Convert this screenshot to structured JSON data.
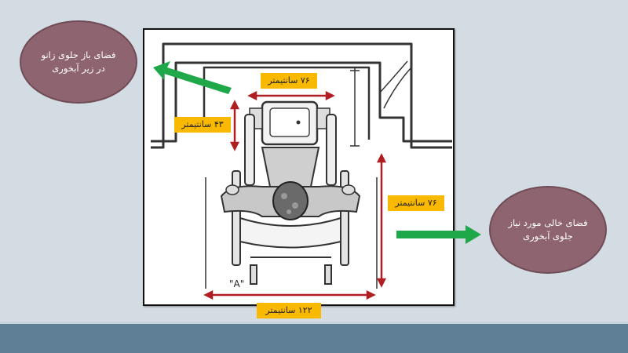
{
  "bubbles": {
    "knee_space": "فضای باز جلوی زانو در زیر آبخوری",
    "clear_space": "فضای خالی مورد نیاز جلوی آبخوری"
  },
  "dimensions": {
    "top_width": "۷۶ سانتیمتر",
    "knee_depth": "۴۳ سانتیمتر",
    "right_depth": "۷۶ سانتیمتر",
    "bottom_width": "۱۲۲ سانتیمتر"
  },
  "diagram": {
    "label_a": "\"A\""
  },
  "colors": {
    "background": "#d3dce3",
    "bubble_fill": "#8e6470",
    "label_fill": "#f9b900",
    "dimension_arrow": "#b01e23",
    "pointer_arrow": "#1ea84a",
    "bottom_band": "#5f7f96"
  }
}
